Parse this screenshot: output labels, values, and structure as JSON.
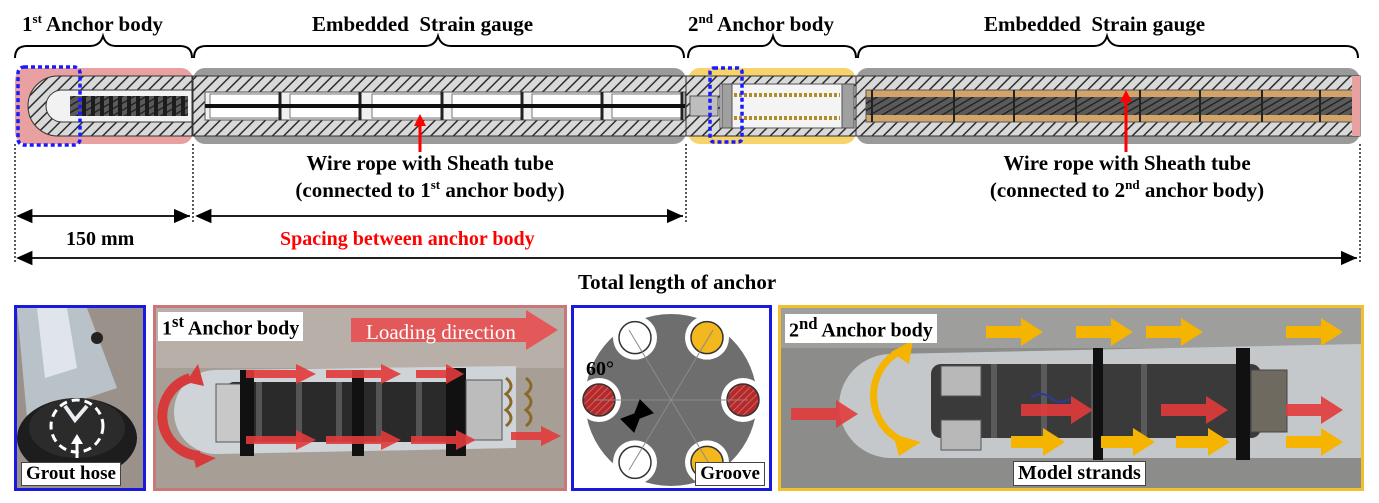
{
  "top": {
    "anchor1_label": {
      "prefix": "1",
      "sup": "st",
      "suffix": " Anchor body"
    },
    "gauge1_label": "Embedded  Strain gauge",
    "anchor2_label": {
      "prefix": "2",
      "sup": "nd",
      "suffix": " Anchor body"
    },
    "gauge2_label": "Embedded  Strain gauge",
    "wire1_line1": "Wire rope with Sheath tube",
    "wire1_line2": {
      "prefix": "(connected to 1",
      "sup": "st",
      "suffix": " anchor body)"
    },
    "wire2_line1": "Wire rope with Sheath tube",
    "wire2_line2": {
      "prefix": "(connected to 2",
      "sup": "nd",
      "suffix": " anchor body)"
    },
    "dim_150": "150 mm",
    "spacing_label": "Spacing between anchor body",
    "total_label": "Total length of anchor"
  },
  "photos": {
    "grout": {
      "caption": "Grout hose"
    },
    "anchor1": {
      "title": {
        "prefix": "1",
        "sup": "st",
        "suffix": " Anchor body"
      },
      "loading": "Loading direction"
    },
    "section": {
      "angle": "60°",
      "caption": "Groove"
    },
    "anchor2": {
      "title": {
        "prefix": "2",
        "sup": "nd",
        "suffix": " Anchor body"
      },
      "caption": "Model strands"
    }
  },
  "colors": {
    "anchor1_zone": "#e8a0a0",
    "anchor2_zone": "#f6d36b",
    "gauge_zone": "#9a9a9a",
    "highlight_box": "#1a1aff",
    "red_arrow": "#e23b3b",
    "yellow_arrow": "#f4b400",
    "border_blue": "#1a1adc",
    "border_red": "#c87878",
    "border_yellow": "#f0c030"
  }
}
